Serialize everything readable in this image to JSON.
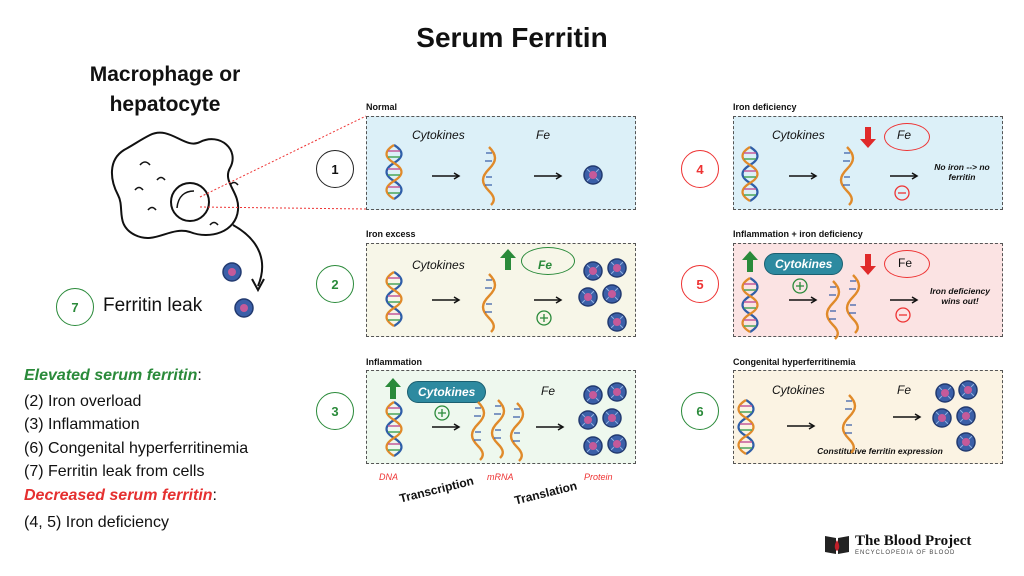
{
  "title": "Serum Ferritin",
  "cell": {
    "title": "Macrophage or hepatocyte",
    "leak_number": "7",
    "leak_label": "Ferritin leak"
  },
  "panels": [
    {
      "number": "1",
      "label": "Normal",
      "cytokines": "Cytokines",
      "fe": "Fe"
    },
    {
      "number": "2",
      "label": "Iron excess",
      "cytokines": "Cytokines",
      "fe": "Fe"
    },
    {
      "number": "3",
      "label": "Inflammation",
      "cytokines": "Cytokines",
      "fe": "Fe"
    },
    {
      "number": "4",
      "label": "Iron deficiency",
      "cytokines": "Cytokines",
      "fe": "Fe",
      "note": "No iron --> no ferritin"
    },
    {
      "number": "5",
      "label": "Inflammation + iron deficiency",
      "cytokines": "Cytokines",
      "fe": "Fe",
      "note": "Iron deficiency wins out!"
    },
    {
      "number": "6",
      "label": "Congenital hyperferritinemia",
      "cytokines": "Cytokines",
      "fe": "Fe",
      "note": "Constitutive ferritin expression"
    }
  ],
  "axis_labels": {
    "dna": "DNA",
    "mrna": "mRNA",
    "protein": "Protein",
    "transcription": "Transcription",
    "translation": "Translation"
  },
  "legend": {
    "elevated_title": "Elevated serum ferritin",
    "elevated_colon": ":",
    "elevated_items": [
      "(2) Iron overload",
      "(3) Inflammation",
      "(6) Congenital hyperferritinemia",
      "(7) Ferritin leak from cells"
    ],
    "decreased_title": "Decreased serum ferritin",
    "decreased_colon": ":",
    "decreased_items": [
      "(4, 5) Iron deficiency"
    ]
  },
  "brand": {
    "name": "The Blood Project",
    "tagline": "ENCYCLOPEDIA OF BLOOD"
  },
  "colors": {
    "green": "#2a8a3a",
    "red": "#e53030",
    "normal_bg": "#dcf0f8",
    "excess_bg": "#f7f6e8",
    "inflam_bg": "#eef8ee",
    "def_bg": "#dcf0f8",
    "infdef_bg": "#fbe3e3",
    "congen_bg": "#fbf3e3"
  }
}
